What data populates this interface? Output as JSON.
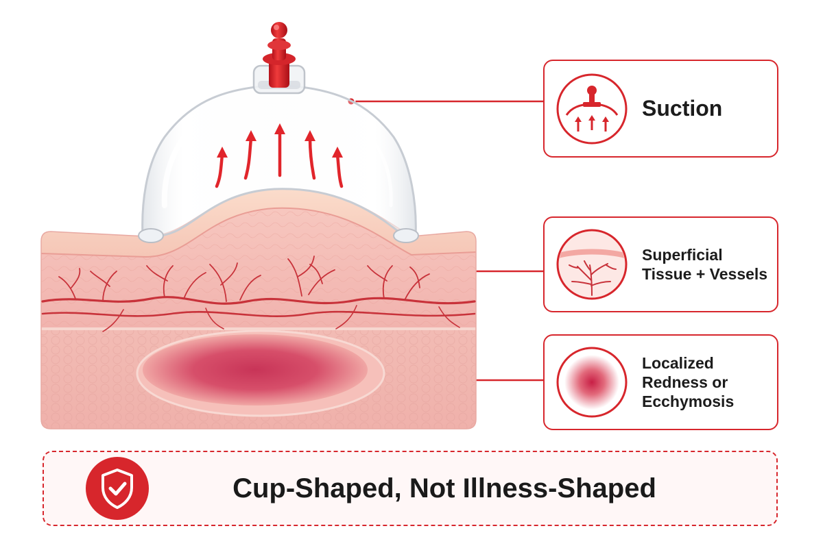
{
  "callouts": {
    "suction": {
      "label": "Suction",
      "icon": "suction-cup-icon"
    },
    "tissue": {
      "label_line1": "Superficial",
      "label_line2": "Tissue + Vessels",
      "icon": "tissue-vessels-icon"
    },
    "redness": {
      "label_line1": "Localized",
      "label_line2": "Redness or",
      "label_line3": "Ecchymosis",
      "icon": "redness-spot-icon"
    }
  },
  "banner": {
    "text": "Cup-Shaped, Not Illness-Shaped",
    "icon": "shield-check-icon"
  },
  "colors": {
    "accent": "#d7262c",
    "skin": "#f3b9b4",
    "vessel": "#c8323a",
    "bruise": "#b8284a"
  }
}
